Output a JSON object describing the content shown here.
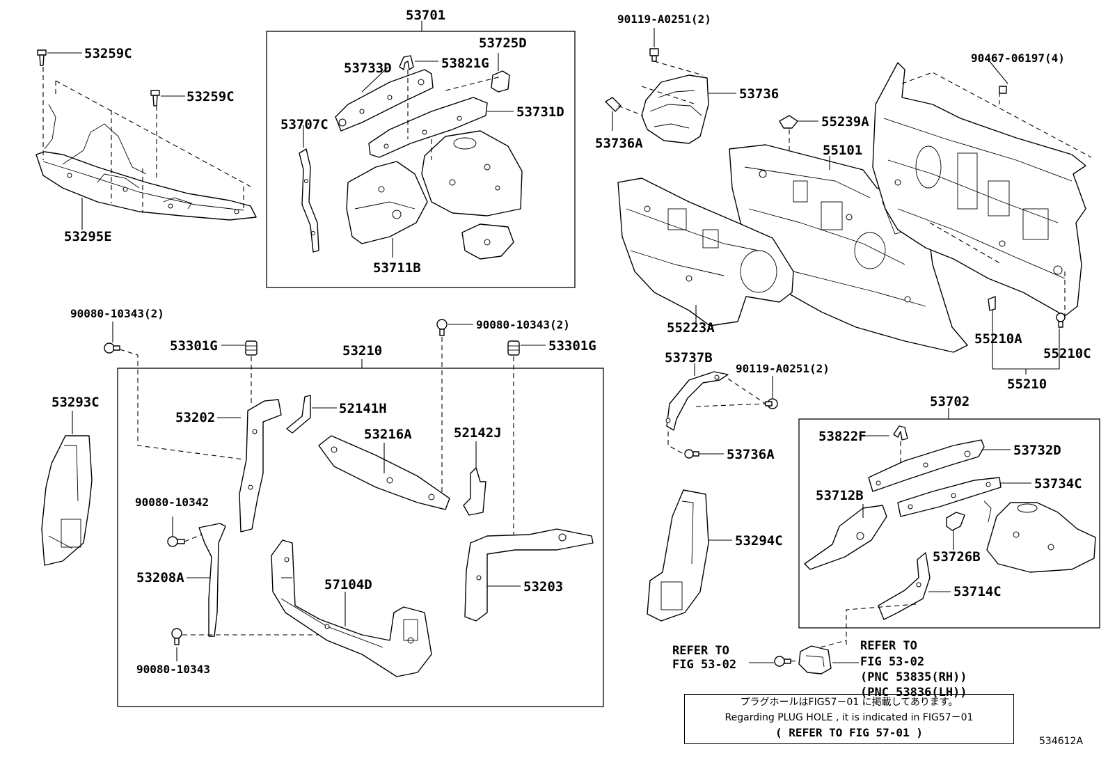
{
  "labels": {
    "p53701": "53701",
    "p53259C_a": "53259C",
    "p53259C_b": "53259C",
    "p53295E": "53295E",
    "p53725D": "53725D",
    "p53733D": "53733D",
    "p53821G": "53821G",
    "p53731D": "53731D",
    "p53707C": "53707C",
    "p53711B": "53711B",
    "p90119_top": "90119-A0251(2)",
    "p53736": "53736",
    "p53736A_top": "53736A",
    "p55239A": "55239A",
    "p55101": "55101",
    "p90467": "90467-06197(4)",
    "p55223A": "55223A",
    "p55210A": "55210A",
    "p55210C": "55210C",
    "p55210": "55210",
    "p90080_10343_left": "90080-10343(2)",
    "p90080_10343_mid": "90080-10343(2)",
    "p53301G_left": "53301G",
    "p53301G_right": "53301G",
    "p53210": "53210",
    "p53293C": "53293C",
    "p53202": "53202",
    "p52141H": "52141H",
    "p53216A": "53216A",
    "p52142J": "52142J",
    "p90080_10342": "90080-10342",
    "p53208A": "53208A",
    "p57104D": "57104D",
    "p53203": "53203",
    "p90080_10343_bot": "90080-10343",
    "p53737B": "53737B",
    "p90119_mid": "90119-A0251(2)",
    "p53736A_mid": "53736A",
    "p53702": "53702",
    "p53822F": "53822F",
    "p53732D": "53732D",
    "p53712B": "53712B",
    "p53734C": "53734C",
    "p53726B": "53726B",
    "p53294C": "53294C",
    "p53714C": "53714C"
  },
  "refer_left": {
    "line1": "REFER TO",
    "line2": "FIG 53-02"
  },
  "refer_right": {
    "line1": "REFER TO",
    "line2": "FIG 53-02",
    "line3": "(PNC 53835(RH))",
    "line4": "(PNC 53836(LH))"
  },
  "note": {
    "jp": "プラグホールはFIG57－01 に掲載してあります。",
    "en": "Regarding  PLUG HOLE , it is indicated in FIG57－01",
    "ref": "(  REFER TO FIG 57-01  )"
  },
  "figure_id": "534612A"
}
